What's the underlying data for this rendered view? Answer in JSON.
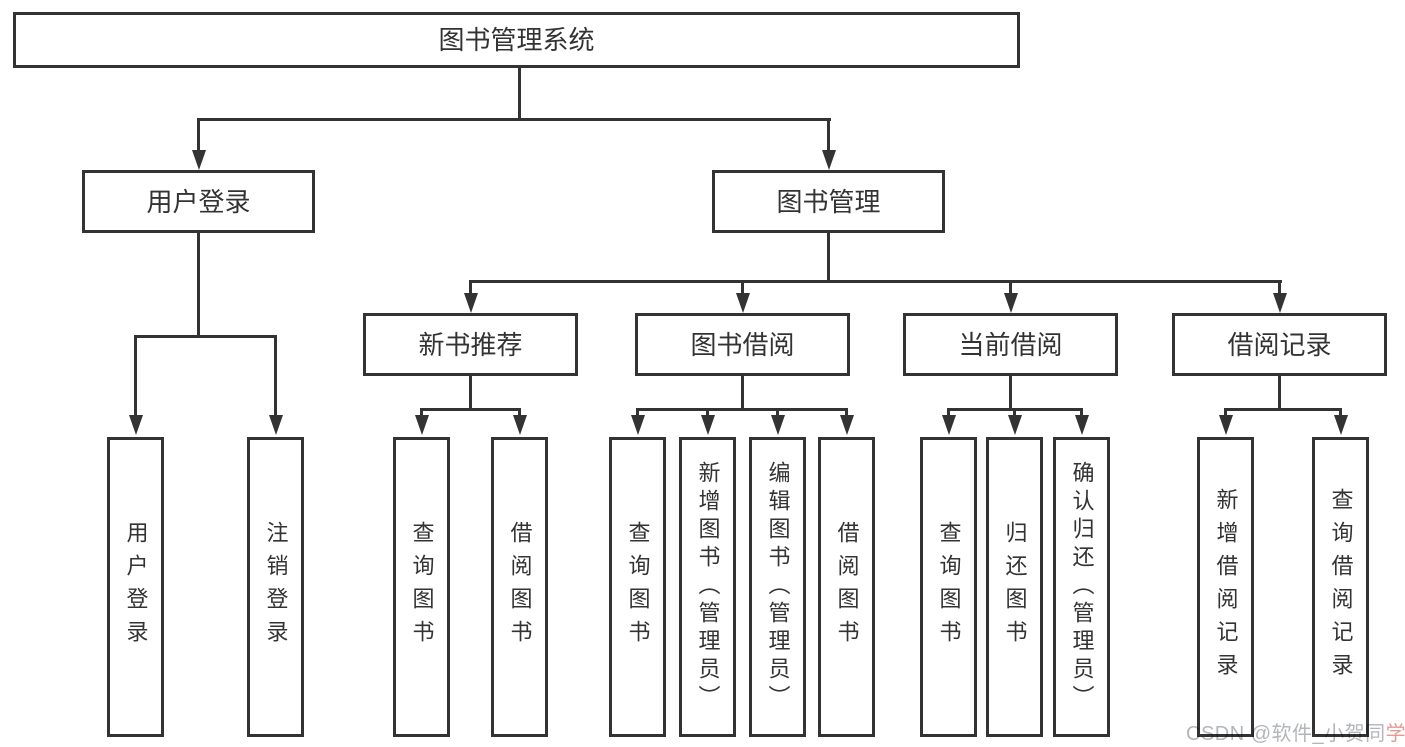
{
  "tree": {
    "root": {
      "label": "图书管理系统"
    },
    "children": [
      {
        "label": "用户登录",
        "children": [
          {
            "label": "用户登录"
          },
          {
            "label": "注销登录"
          }
        ]
      },
      {
        "label": "图书管理",
        "children": [
          {
            "label": "新书推荐",
            "children": [
              {
                "label": "查询图书"
              },
              {
                "label": "借阅图书"
              }
            ]
          },
          {
            "label": "图书借阅",
            "children": [
              {
                "label": "查询图书"
              },
              {
                "label": "新增图书（管理员）"
              },
              {
                "label": "编辑图书（管理员）"
              },
              {
                "label": "借阅图书"
              }
            ]
          },
          {
            "label": "当前借阅",
            "children": [
              {
                "label": "查询图书"
              },
              {
                "label": "归还图书"
              },
              {
                "label": "确认归还（管理员）"
              }
            ]
          },
          {
            "label": "借阅记录",
            "children": [
              {
                "label": "新增借阅记录"
              },
              {
                "label": "查询借阅记录"
              }
            ]
          }
        ]
      }
    ]
  },
  "watermark": {
    "main": "CSDN @软件_小贺同",
    "accent": "学"
  },
  "colors": {
    "line": "#333333",
    "box_fill": "#ffffff",
    "text": "#333333",
    "watermark": "#b2b6bb",
    "watermark_accent": "#e59a96"
  }
}
